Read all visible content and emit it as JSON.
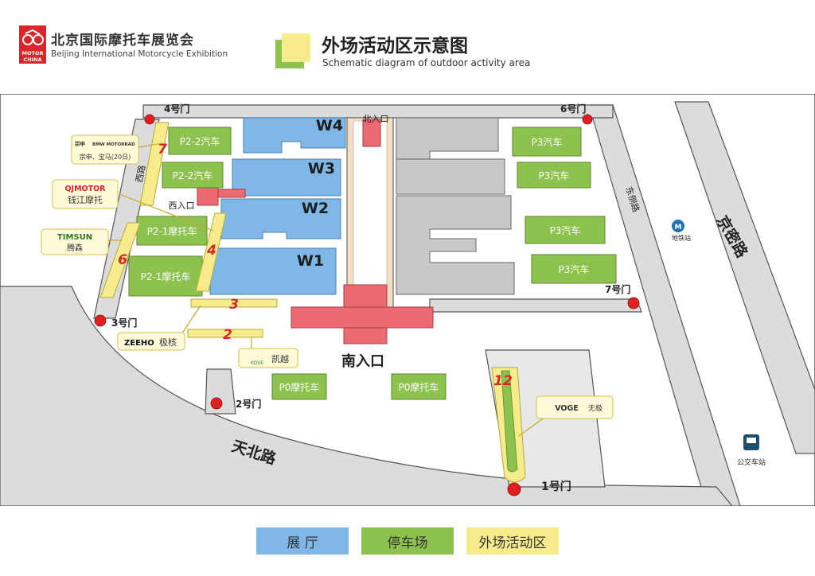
{
  "header": {
    "logo_badge_line1": "MOTOR",
    "logo_badge_line2": "CHINA",
    "org_name_cn": "北京国际摩托车展览会",
    "org_name_en": "Beijing International Motorcycle Exhibition",
    "title_cn": "外场活动区示意图",
    "title_en": "Schematic diagram of outdoor activity area"
  },
  "halls": [
    "W4",
    "W3",
    "W2",
    "W1"
  ],
  "entrances": {
    "north": "北入口",
    "west": "西入口",
    "south": "南入口"
  },
  "gates": [
    "1号门",
    "2号门",
    "3号门",
    "4号门",
    "6号门",
    "7号门"
  ],
  "roads": {
    "west": "西路",
    "east": "东侧路",
    "jingmi": "京密路",
    "tianbei": "天北路"
  },
  "parking": {
    "p2_2a": "P2-2汽车",
    "p2_2b": "P2-2汽车",
    "p2_1a": "P2-1摩托车",
    "p2_1b": "P2-1摩托车",
    "p3a": "P3汽车",
    "p3b": "P3汽车",
    "p3c": "P3汽车",
    "p3d": "P3汽车",
    "p0a": "P0摩托车",
    "p0b": "P0摩托车"
  },
  "activity_zones": [
    "2",
    "3",
    "4",
    "6",
    "7",
    "12"
  ],
  "brands": {
    "zongshen_bmw_logo1": "宗申",
    "zongshen_bmw_logo2": "BMW MOTORRAD",
    "zongshen_bmw": "宗申、宝马(20日)",
    "qjmotor_logo": "QJMOTOR",
    "qjmotor": "钱江摩托",
    "timsun_logo": "TIMSUN",
    "timsun": "腾森",
    "zeeho_logo": "ZEEHO",
    "zeeho": "极核",
    "kove_logo": "KOVE",
    "kove": "凯越",
    "voge_logo": "VOGE",
    "voge": "无极"
  },
  "transit": {
    "subway": "地铁站",
    "bus": "公交车站"
  },
  "legend": {
    "hall": "展  厅",
    "parking": "停车场",
    "activity": "外场活动区"
  },
  "colors": {
    "hall": "#7fb8e6",
    "parking": "#8dc24f",
    "activity": "#f6ec8c",
    "entrance": "#ec6b72",
    "road": "#dcdcdc",
    "gate": "#e02020"
  }
}
